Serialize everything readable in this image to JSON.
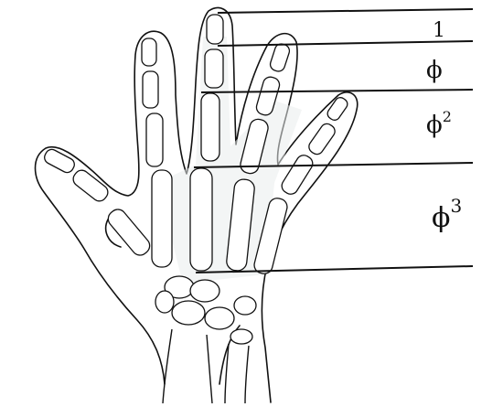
{
  "labels": {
    "segment_1": "1",
    "segment_2": "ϕ",
    "segment_3_base": "ϕ",
    "segment_3_exp": "2",
    "segment_4_base": "ϕ",
    "segment_4_exp": "3"
  },
  "colors": {
    "ink": "#111111",
    "paper": "#ffffff",
    "bone_shade": "#e9ecec"
  }
}
